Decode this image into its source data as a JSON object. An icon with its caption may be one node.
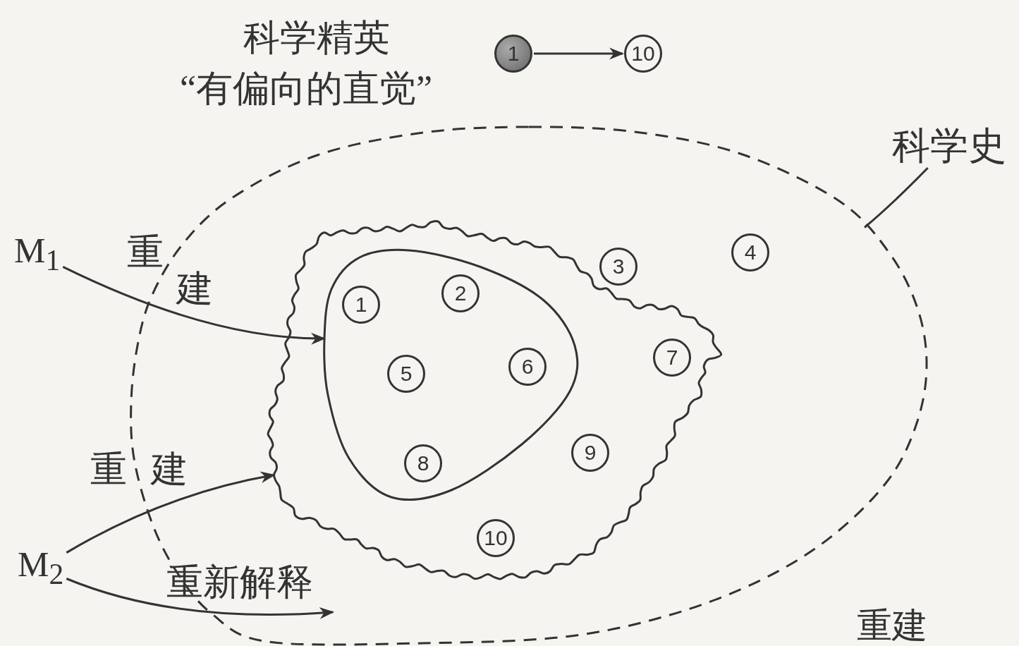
{
  "diagram": {
    "nodes": [
      {
        "text": [
          "1"
        ]
      },
      {
        "text": [
          "10"
        ]
      },
      {
        "text": [
          "科学史"
        ]
      },
      {
        "text": [],
        "shape": "ellipse"
      },
      {
        "text": [
          "M$_{1}$"
        ]
      },
      {
        "text": [],
        "shape": "cloud",
        "in": 3
      },
      {
        "text": [],
        "shape": "triangle",
        "in": 5
      },
      {
        "text": [
          "3"
        ],
        "in": 3
      },
      {
        "text": [
          "4"
        ],
        "in": 3
      },
      {
        "text": [
          "1"
        ],
        "in": 6
      },
      {
        "text": [
          "2"
        ],
        "in": 6
      },
      {
        "text": [
          "5"
        ],
        "in": 6
      },
      {
        "text": [
          "6"
        ],
        "in": 6
      },
      {
        "text": [
          "7"
        ],
        "in": 5
      },
      {
        "text": [
          "8"
        ],
        "in": 6
      },
      {
        "text": [
          "9"
        ],
        "in": 5
      },
      {
        "text": [
          "10"
        ],
        "in": 5
      },
      {
        "text": [
          "M$_{2}$"
        ]
      }
    ],
    "edges": [
      {
        "from": 0,
        "to": 1,
        "arrow": "to"
      },
      {
        "from": 2,
        "to": 3,
        "arrow": "none"
      },
      {
        "from": 4,
        "to": 6,
        "arrow": "to",
        "label": "重建"
      },
      {
        "from": 17,
        "to": 5,
        "arrow": "to",
        "label": "重建"
      },
      {
        "from": 17,
        "to": null,
        "arrow": "to",
        "label": "重新解释"
      }
    ],
    "labels": [
      "科学精英",
      "“有偏向的直觉”",
      "重建"
    ]
  }
}
